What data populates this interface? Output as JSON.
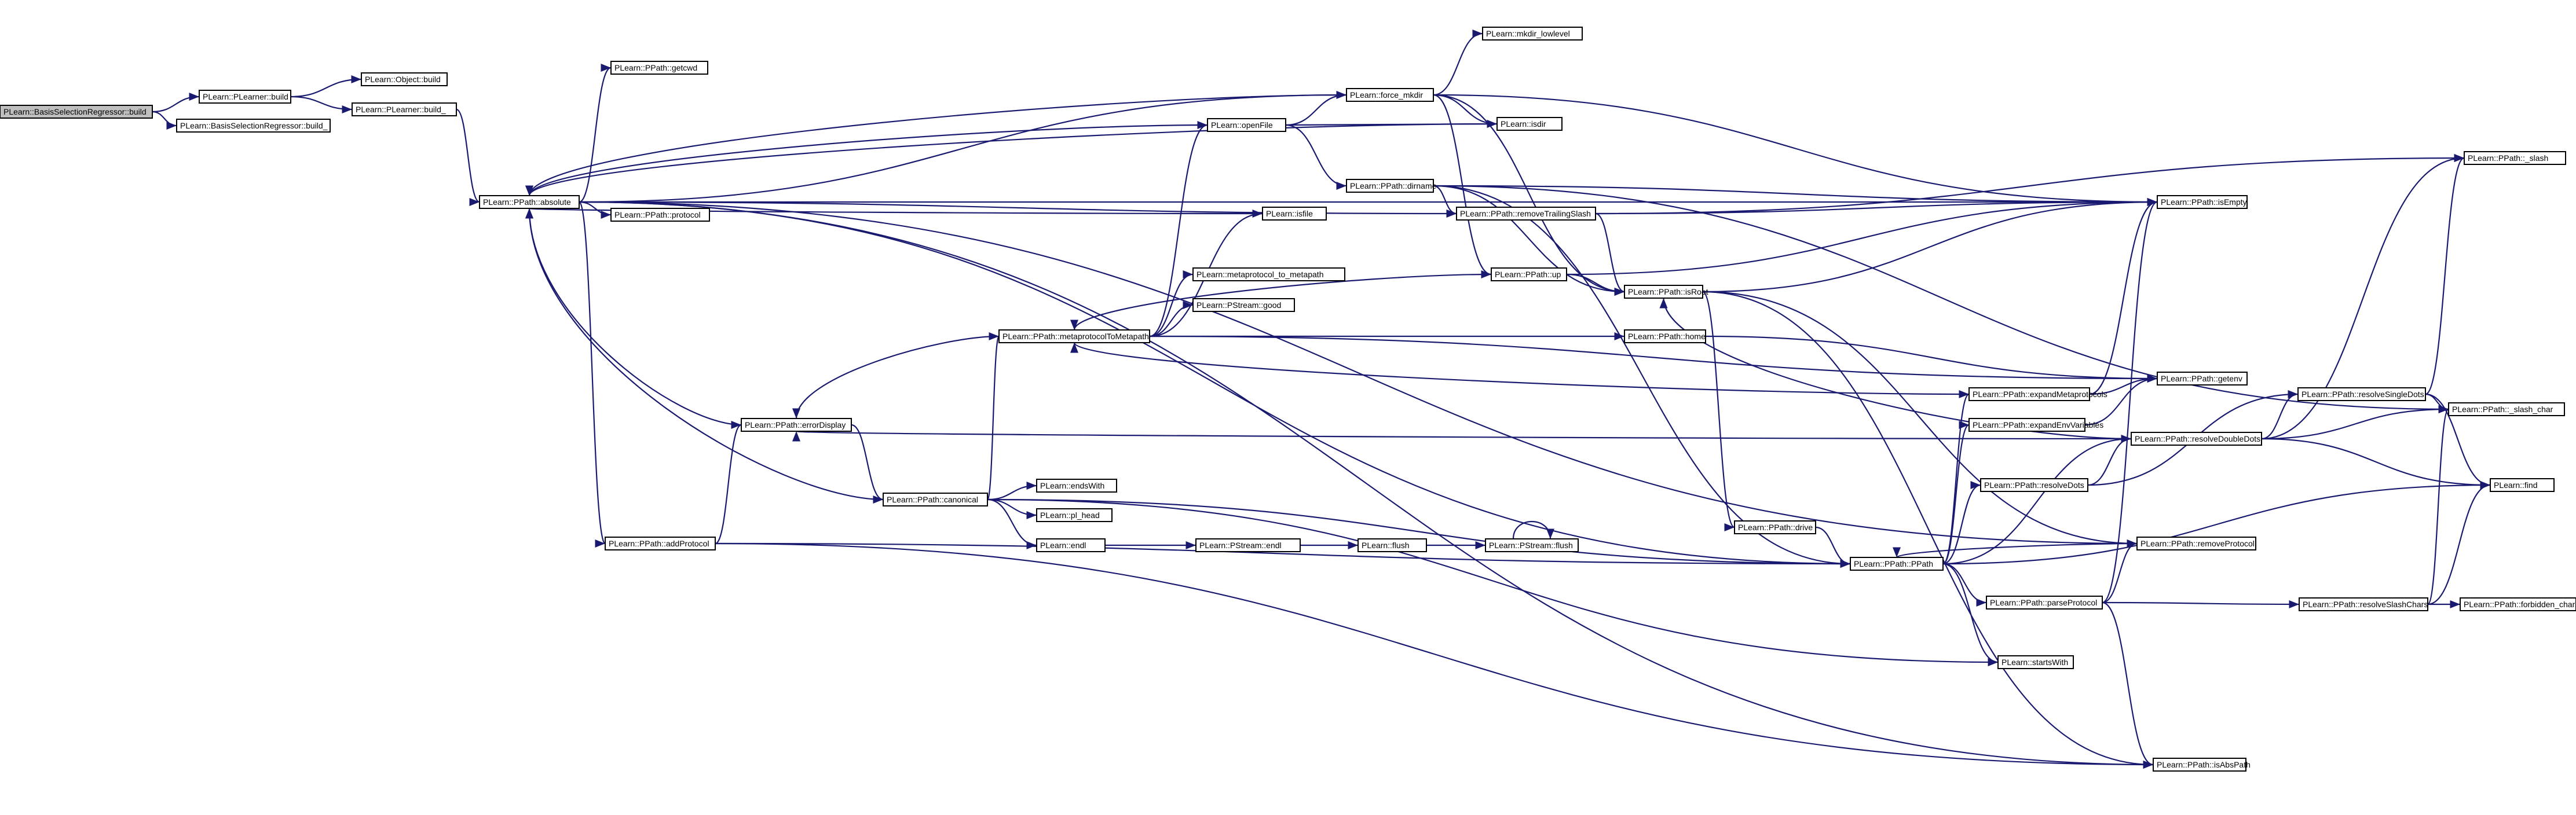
{
  "diagram": {
    "type": "call-graph",
    "colors": {
      "edge": "#191970",
      "node_border": "#000000",
      "root_fill": "#bfbfbf",
      "node_fill": "#ffffff"
    },
    "nodes": [
      {
        "id": "n1",
        "label": "PLearn::BasisSelectionRegressor::build",
        "root": true
      },
      {
        "id": "n2",
        "label": "PLearn::PLearner::build"
      },
      {
        "id": "n3",
        "label": "PLearn::BasisSelectionRegressor::build_"
      },
      {
        "id": "n4",
        "label": "PLearn::Object::build"
      },
      {
        "id": "n5",
        "label": "PLearn::PLearner::build_"
      },
      {
        "id": "n6",
        "label": "PLearn::PPath::absolute"
      },
      {
        "id": "n7",
        "label": "PLearn::PPath::getcwd"
      },
      {
        "id": "n8",
        "label": "PLearn::PPath::protocol"
      },
      {
        "id": "n9",
        "label": "PLearn::PPath::addProtocol"
      },
      {
        "id": "n10",
        "label": "PLearn::PPath::errorDisplay"
      },
      {
        "id": "n11",
        "label": "PLearn::PPath::canonical"
      },
      {
        "id": "n12",
        "label": "PLearn::endsWith"
      },
      {
        "id": "n13",
        "label": "PLearn::pl_head"
      },
      {
        "id": "n14",
        "label": "PLearn::endl"
      },
      {
        "id": "n15",
        "label": "PLearn::PStream::endl"
      },
      {
        "id": "n16",
        "label": "PLearn::flush"
      },
      {
        "id": "n17",
        "label": "PLearn::PStream::flush"
      },
      {
        "id": "n18",
        "label": "PLearn::PPath::metaprotocolToMetapath"
      },
      {
        "id": "n19",
        "label": "PLearn::openFile"
      },
      {
        "id": "n20",
        "label": "PLearn::isfile"
      },
      {
        "id": "n21",
        "label": "PLearn::metaprotocol_to_metapath"
      },
      {
        "id": "n22",
        "label": "PLearn::PStream::good"
      },
      {
        "id": "n23",
        "label": "PLearn::force_mkdir"
      },
      {
        "id": "n24",
        "label": "PLearn::mkdir_lowlevel"
      },
      {
        "id": "n25",
        "label": "PLearn::isdir"
      },
      {
        "id": "n26",
        "label": "PLearn::PPath::dirname"
      },
      {
        "id": "n27",
        "label": "PLearn::PPath::removeTrailingSlash"
      },
      {
        "id": "n28",
        "label": "PLearn::PPath::up"
      },
      {
        "id": "n29",
        "label": "PLearn::PPath::isRoot"
      },
      {
        "id": "n30",
        "label": "PLearn::PPath::home"
      },
      {
        "id": "n31",
        "label": "PLearn::PPath::drive"
      },
      {
        "id": "n32",
        "label": "PLearn::PPath::PPath"
      },
      {
        "id": "n33",
        "label": "PLearn::PPath::expandMetaprotocols"
      },
      {
        "id": "n34",
        "label": "PLearn::PPath::expandEnvVariables"
      },
      {
        "id": "n35",
        "label": "PLearn::PPath::resolveDots"
      },
      {
        "id": "n36",
        "label": "PLearn::PPath::parseProtocol"
      },
      {
        "id": "n37",
        "label": "PLearn::startsWith"
      },
      {
        "id": "n38",
        "label": "PLearn::PPath::isEmpty"
      },
      {
        "id": "n39",
        "label": "PLearn::PPath::getenv"
      },
      {
        "id": "n40",
        "label": "PLearn::PPath::resolveDoubleDots"
      },
      {
        "id": "n41",
        "label": "PLearn::PPath::resolveSingleDots"
      },
      {
        "id": "n42",
        "label": "PLearn::PPath::removeProtocol"
      },
      {
        "id": "n43",
        "label": "PLearn::PPath::resolveSlashChars"
      },
      {
        "id": "n44",
        "label": "PLearn::PPath::isAbsPath"
      },
      {
        "id": "n45",
        "label": "PLearn::PPath::_slash"
      },
      {
        "id": "n46",
        "label": "PLearn::PPath::_slash_char"
      },
      {
        "id": "n47",
        "label": "PLearn::find"
      },
      {
        "id": "n48",
        "label": "PLearn::PPath::forbidden_chars"
      }
    ],
    "edges": [
      [
        "n1",
        "n2"
      ],
      [
        "n1",
        "n3"
      ],
      [
        "n2",
        "n4"
      ],
      [
        "n2",
        "n5"
      ],
      [
        "n5",
        "n6"
      ],
      [
        "n6",
        "n7"
      ],
      [
        "n6",
        "n8"
      ],
      [
        "n6",
        "n9"
      ],
      [
        "n6",
        "n23"
      ],
      [
        "n6",
        "n38"
      ],
      [
        "n6",
        "n27"
      ],
      [
        "n6",
        "n44"
      ],
      [
        "n6",
        "n42"
      ],
      [
        "n6",
        "n32"
      ],
      [
        "n9",
        "n10"
      ],
      [
        "n9",
        "n32"
      ],
      [
        "n9",
        "n44"
      ],
      [
        "n10",
        "n11"
      ],
      [
        "n10",
        "n6"
      ],
      [
        "n11",
        "n12"
      ],
      [
        "n11",
        "n13"
      ],
      [
        "n11",
        "n14"
      ],
      [
        "n11",
        "n18"
      ],
      [
        "n11",
        "n32"
      ],
      [
        "n11",
        "n37"
      ],
      [
        "n11",
        "n6"
      ],
      [
        "n14",
        "n15"
      ],
      [
        "n15",
        "n16"
      ],
      [
        "n16",
        "n17"
      ],
      [
        "n17",
        "n17"
      ],
      [
        "n18",
        "n19"
      ],
      [
        "n18",
        "n20"
      ],
      [
        "n18",
        "n21"
      ],
      [
        "n18",
        "n22"
      ],
      [
        "n18",
        "n30"
      ],
      [
        "n18",
        "n39"
      ],
      [
        "n18",
        "n10"
      ],
      [
        "n19",
        "n23"
      ],
      [
        "n19",
        "n25"
      ],
      [
        "n19",
        "n26"
      ],
      [
        "n19",
        "n6"
      ],
      [
        "n20",
        "n6"
      ],
      [
        "n23",
        "n24"
      ],
      [
        "n23",
        "n25"
      ],
      [
        "n23",
        "n28"
      ],
      [
        "n23",
        "n29"
      ],
      [
        "n23",
        "n38"
      ],
      [
        "n23",
        "n6"
      ],
      [
        "n25",
        "n6"
      ],
      [
        "n26",
        "n27"
      ],
      [
        "n26",
        "n29"
      ],
      [
        "n26",
        "n38"
      ],
      [
        "n26",
        "n32"
      ],
      [
        "n26",
        "n46"
      ],
      [
        "n27",
        "n29"
      ],
      [
        "n27",
        "n38"
      ],
      [
        "n27",
        "n45"
      ],
      [
        "n28",
        "n29"
      ],
      [
        "n28",
        "n38"
      ],
      [
        "n28",
        "n18"
      ],
      [
        "n29",
        "n31"
      ],
      [
        "n29",
        "n44"
      ],
      [
        "n29",
        "n42"
      ],
      [
        "n29",
        "n38"
      ],
      [
        "n30",
        "n39"
      ],
      [
        "n31",
        "n32"
      ],
      [
        "n32",
        "n33"
      ],
      [
        "n32",
        "n34"
      ],
      [
        "n32",
        "n35"
      ],
      [
        "n32",
        "n36"
      ],
      [
        "n32",
        "n37"
      ],
      [
        "n32",
        "n40"
      ],
      [
        "n32",
        "n47"
      ],
      [
        "n33",
        "n39"
      ],
      [
        "n33",
        "n38"
      ],
      [
        "n33",
        "n18"
      ],
      [
        "n34",
        "n39"
      ],
      [
        "n35",
        "n40"
      ],
      [
        "n35",
        "n41"
      ],
      [
        "n36",
        "n42"
      ],
      [
        "n36",
        "n44"
      ],
      [
        "n36",
        "n38"
      ],
      [
        "n36",
        "n43"
      ],
      [
        "n40",
        "n41"
      ],
      [
        "n40",
        "n45"
      ],
      [
        "n40",
        "n46"
      ],
      [
        "n40",
        "n47"
      ],
      [
        "n40",
        "n29"
      ],
      [
        "n40",
        "n10"
      ],
      [
        "n41",
        "n45"
      ],
      [
        "n41",
        "n46"
      ],
      [
        "n41",
        "n47"
      ],
      [
        "n43",
        "n46"
      ],
      [
        "n43",
        "n47"
      ],
      [
        "n43",
        "n48"
      ],
      [
        "n42",
        "n32"
      ]
    ]
  }
}
